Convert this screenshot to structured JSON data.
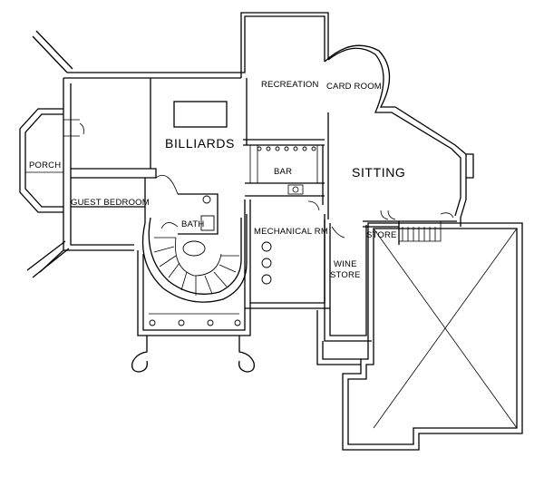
{
  "rooms": {
    "recreation": "RECREATION",
    "card_room": "CARD ROOM",
    "billiards": "BILLIARDS",
    "bar": "BAR",
    "sitting": "SITTING",
    "porch": "PORCH",
    "guest_bedroom": "GUEST BEDROOM",
    "bath": "BATH",
    "mechanical": "MECHANICAL RM",
    "store": "STORE",
    "wine": "WINE",
    "wine_store": "STORE"
  }
}
